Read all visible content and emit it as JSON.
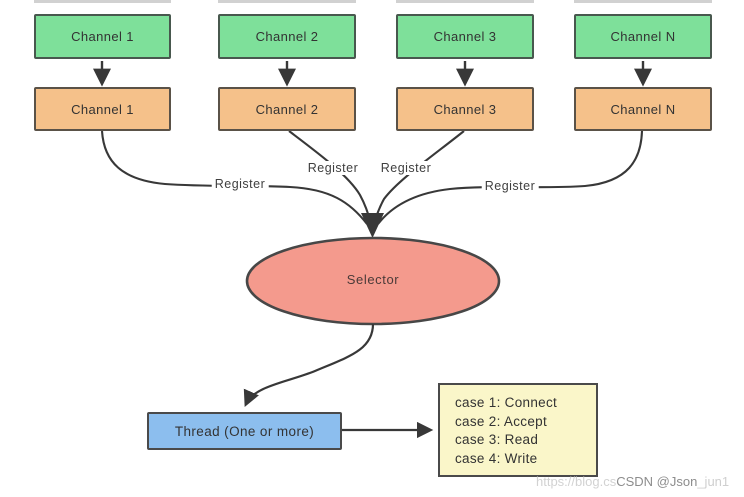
{
  "channels": [
    "Channel 1",
    "Channel 2",
    "Channel 3",
    "Channel N"
  ],
  "register_labels": [
    "Register",
    "Register",
    "Register",
    "Register"
  ],
  "selector": {
    "label": "Selector"
  },
  "thread": {
    "label": "Thread (One or more)"
  },
  "case_box": {
    "lines": [
      "case 1: Connect",
      "case 2: Accept",
      "case 3: Read",
      "case 4: Write"
    ]
  },
  "watermark": {
    "url_text": "https://blog.cs",
    "handle_text": "CSDN @Json",
    "suffix_text": "_jun1"
  },
  "colors": {
    "channel_top_fill": "#7ee09a",
    "channel_bottom_fill": "#f5c18a",
    "selector_fill": "#f49a8d",
    "thread_fill": "#8cbeee",
    "case_fill": "#faf6c9",
    "connector": "#383838",
    "border": "#4a4a4a"
  }
}
